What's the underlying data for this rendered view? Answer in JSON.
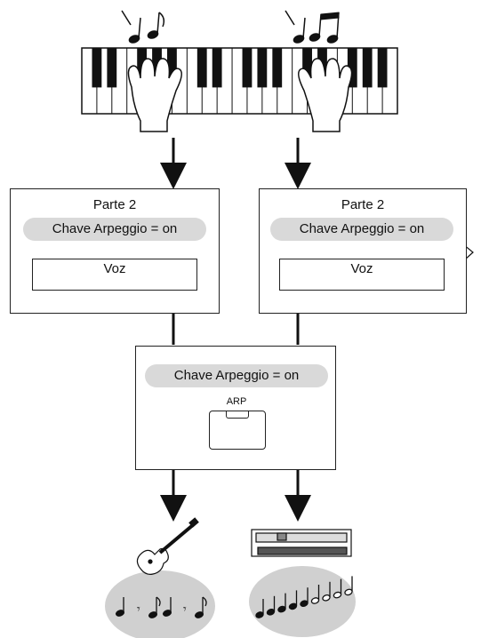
{
  "left_part": {
    "title": "Parte 2",
    "switch_label": "Chave Arpeggio = on",
    "voice_label": "Voz"
  },
  "right_part": {
    "title": "Parte 2",
    "switch_label": "Chave Arpeggio = on",
    "voice_label": "Voz"
  },
  "arp_box": {
    "switch_label": "Chave Arpeggio = on",
    "button_label": "ARP"
  },
  "colors": {
    "pill": "#d9d9d9",
    "line": "#222222",
    "bubble": "#d0d0d0"
  },
  "icons": [
    "music-notes-icon",
    "keyboard-icon",
    "hand-icon",
    "arrow-down-icon",
    "guitar-icon",
    "synthesizer-icon",
    "arp-button-icon"
  ]
}
